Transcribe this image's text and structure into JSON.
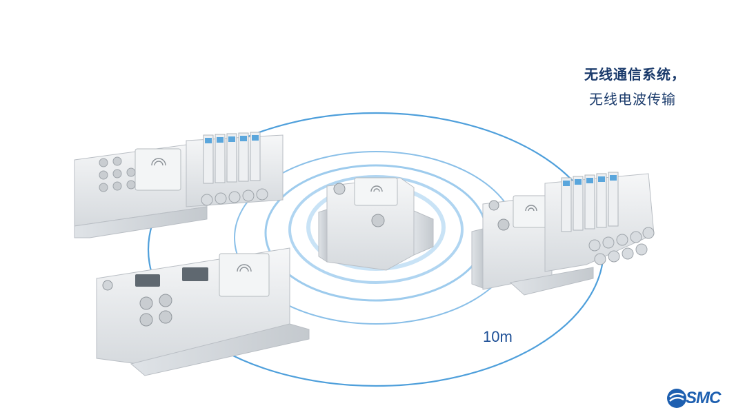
{
  "headline": {
    "line1": "无线通信系统，",
    "line2": "无线电波传输"
  },
  "range_label": "10m",
  "brand": {
    "name": "SMC",
    "color": "#1d5fb0"
  },
  "colors": {
    "signal_ring": "#5aa8e0",
    "headline_text": "#1a3a6b",
    "module_body": "#e9ecef"
  }
}
